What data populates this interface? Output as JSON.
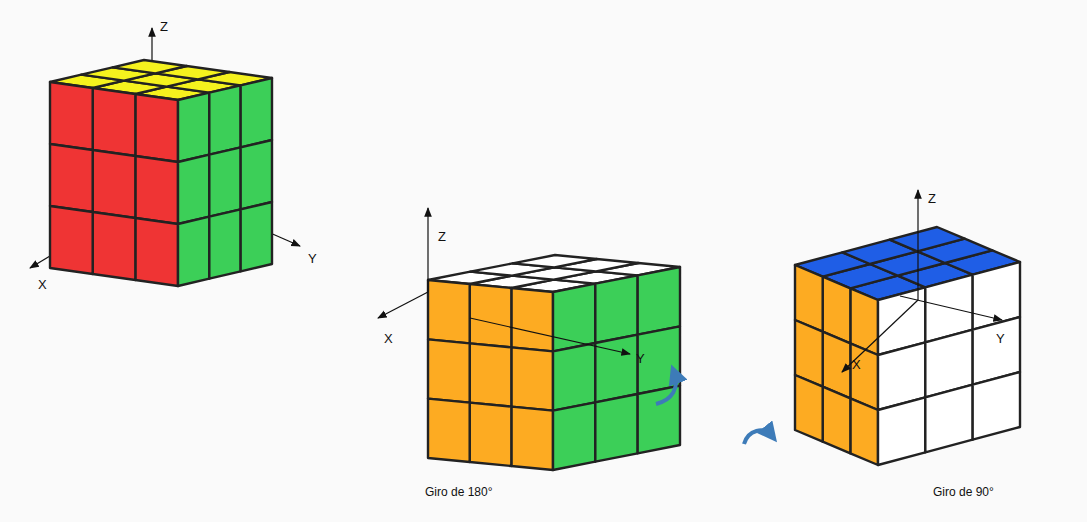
{
  "diagram": {
    "labels": [
      "Z",
      "X",
      "Y",
      "Z",
      "X",
      "Y",
      "Z",
      "X",
      "Y",
      "Giro de 180°",
      "Giro de 90°"
    ]
  }
}
